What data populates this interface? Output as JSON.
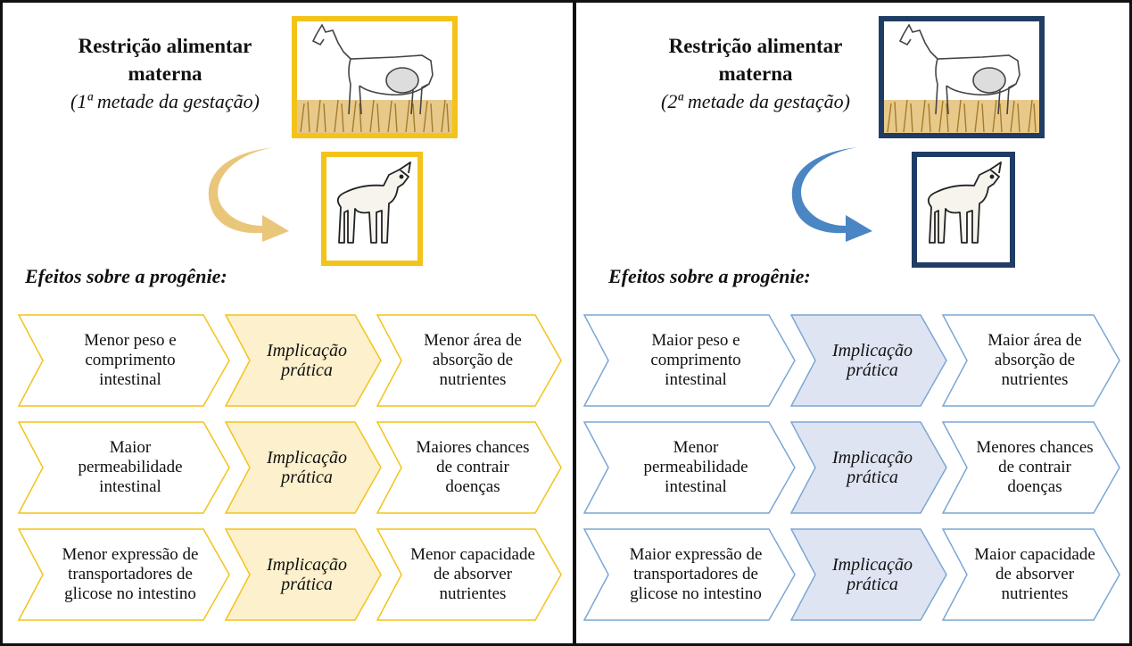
{
  "colors": {
    "left_accent": "#f3c31a",
    "left_fill": "#fdf0cc",
    "left_arrow": "#e9c67a",
    "right_accent": "#1f3d64",
    "right_stroke": "#7aa7d4",
    "right_fill": "#dfe4f2",
    "right_arrow": "#4a86c4"
  },
  "left": {
    "title_line1": "Restrição alimentar",
    "title_line2": "materna",
    "subtitle": "(1ª metade da gestação)",
    "effects_heading": "Efeitos sobre a progênie:",
    "rows": [
      {
        "cause": "Menor peso e comprimento intestinal",
        "link": "Implicação prática",
        "effect": "Menor área de absorção de nutrientes"
      },
      {
        "cause": "Maior permeabilidade intestinal",
        "link": "Implicação prática",
        "effect": "Maiores chances de contrair doenças"
      },
      {
        "cause": "Menor expressão de transportadores de glicose no intestino",
        "link": "Implicação prática",
        "effect": "Menor capacidade de absorver nutrientes"
      }
    ]
  },
  "right": {
    "title_line1": "Restrição alimentar",
    "title_line2": "materna",
    "subtitle": "(2ª metade da gestação)",
    "effects_heading": "Efeitos sobre a progênie:",
    "rows": [
      {
        "cause": "Maior peso e comprimento intestinal",
        "link": "Implicação prática",
        "effect": "Maior área de absorção de nutrientes"
      },
      {
        "cause": "Menor permeabilidade intestinal",
        "link": "Implicação prática",
        "effect": "Menores chances de contrair doenças"
      },
      {
        "cause": "Maior expressão de transportadores de glicose no intestino",
        "link": "Implicação prática",
        "effect": "Maior capacidade de absorver nutrientes"
      }
    ]
  }
}
